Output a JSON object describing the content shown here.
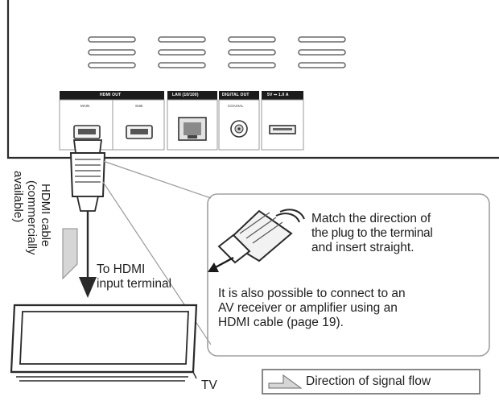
{
  "panel": {
    "labels": {
      "hdmi_out": "HDMI OUT",
      "main": "MAIN",
      "sub": "SUB",
      "lan": "LAN (10/100)",
      "digital_out": "DIGITAL OUT",
      "coaxial": "COAXIAL",
      "usb": "5V ⎓ 1.0 A"
    }
  },
  "cable_label": {
    "line1": "HDMI cable",
    "line2": "(commercially",
    "line3": "available)"
  },
  "to_terminal": {
    "line1": "To HDMI",
    "line2": "input terminal"
  },
  "callout": {
    "match_line1": "Match the direction of",
    "match_line2": "the plug to the terminal",
    "match_line3": "and insert straight.",
    "note_line1": "It is also possible to connect to an",
    "note_line2": "AV receiver or amplifier using an",
    "note_line3": "HDMI cable (page 19)."
  },
  "tv_label": "TV",
  "legend": {
    "text": "Direction of signal flow"
  },
  "colors": {
    "line": "#2a2a2a",
    "arrow_fill": "#d6d6d6",
    "port_label_bg": "#1c1c1c"
  }
}
